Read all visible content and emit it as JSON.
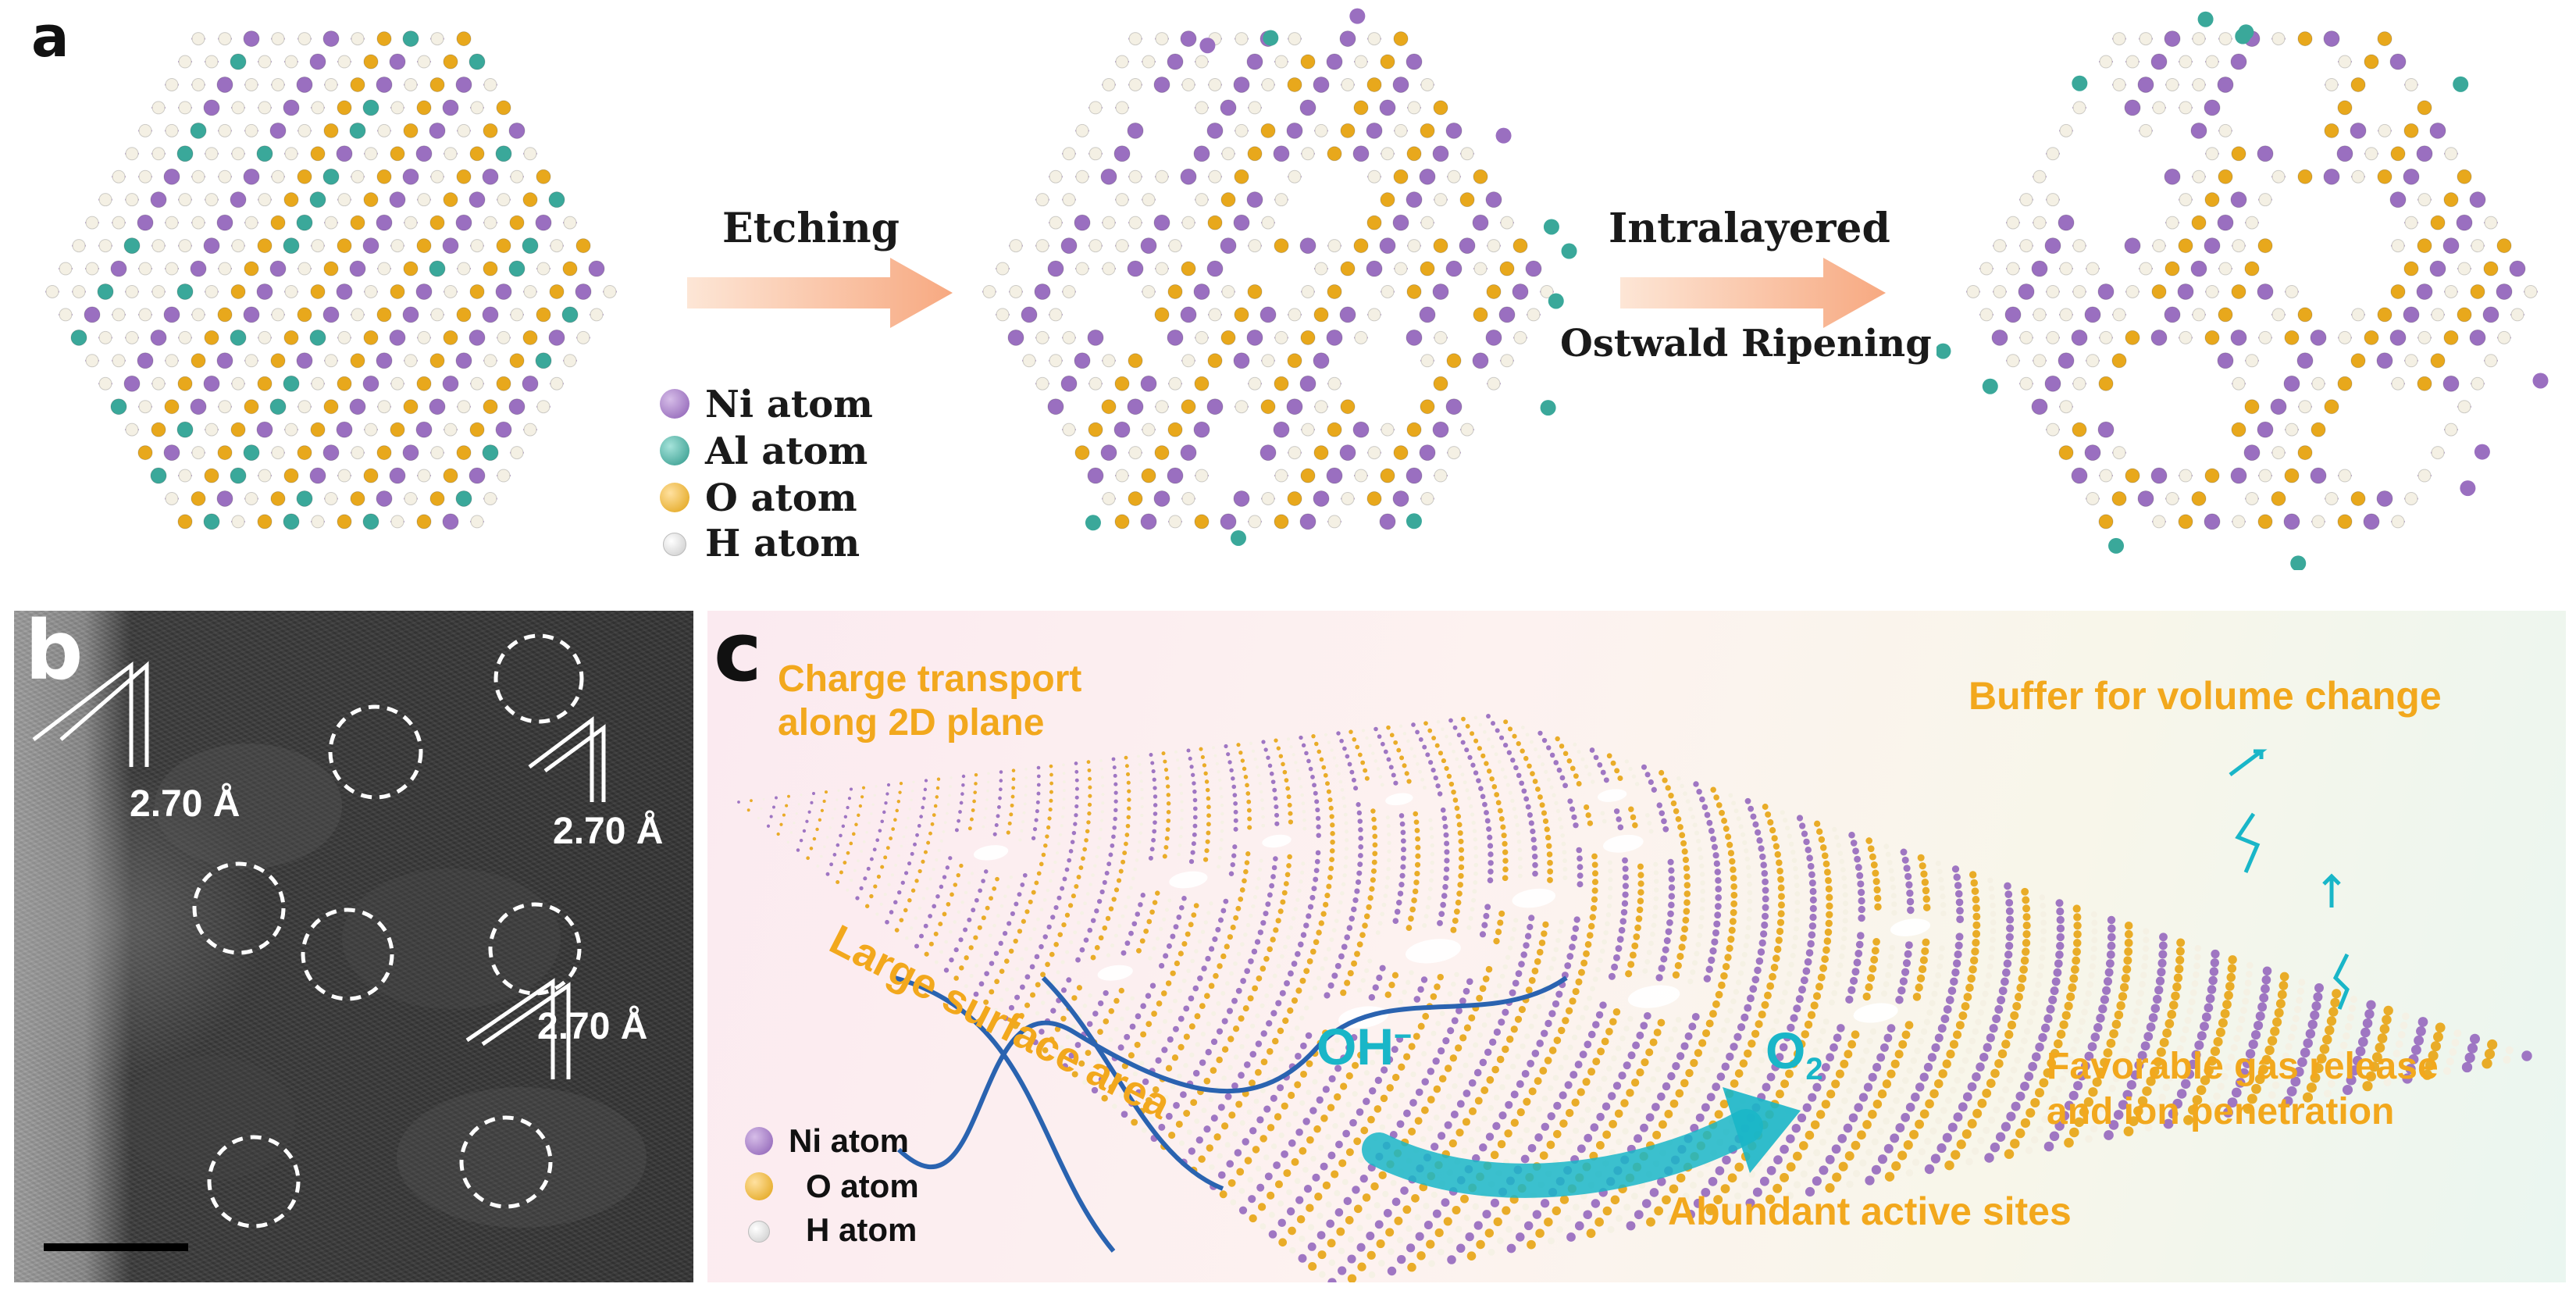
{
  "panels": {
    "a": "a",
    "b": "b",
    "c": "c"
  },
  "panel_a": {
    "arrow1_label": "Etching",
    "arrow2_label_line1": "Intralayered",
    "arrow2_label_line2": "Ostwald Ripening",
    "legend": [
      {
        "label": "Ni atom",
        "color": "#9a6fc0"
      },
      {
        "label": "Al atom",
        "color": "#3aa89a"
      },
      {
        "label": "O atom",
        "color": "#e8a81c"
      },
      {
        "label": "H atom",
        "color": "#f2f2f2"
      }
    ]
  },
  "panel_b": {
    "spacings": [
      "2.70 Å",
      "2.70 Å",
      "2.70 Å"
    ]
  },
  "panel_c": {
    "charge_transport_line1": "Charge transport",
    "charge_transport_line2": "along 2D plane",
    "buffer": "Buffer for volume change",
    "large_surface": "Large surface area",
    "gas_line1": "Favorable gas release",
    "gas_line2": "and ion penetration",
    "active_sites": "Abundant active sites",
    "oh": "OH",
    "oh_sup": "−",
    "o2": "O",
    "o2_sub": "2",
    "legend": [
      {
        "label": "Ni atom",
        "color": "#9a6fc0"
      },
      {
        "label": "O atom",
        "color": "#e8a81c"
      },
      {
        "label": "H atom",
        "color": "#f2f2f2"
      }
    ]
  },
  "colors": {
    "ni": "#9a6fc0",
    "al": "#3aa89a",
    "o": "#e8a81c",
    "h": "#f4f0e4",
    "label_orange": "#f2a81d",
    "arrow": "#f7b28a",
    "cyan": "#19b6c8",
    "blue_line": "#2a63b0"
  }
}
